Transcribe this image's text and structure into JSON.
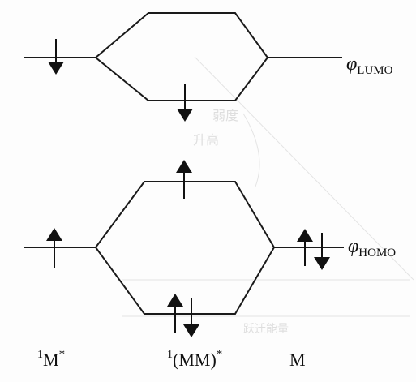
{
  "orbitals": {
    "lumo": {
      "symbol": "φ",
      "subscript": "LUMO"
    },
    "homo": {
      "symbol": "φ",
      "subscript": "HOMO"
    }
  },
  "labels": {
    "excited_monomer": {
      "superscript": "1",
      "main": "M",
      "star": "*"
    },
    "excimer": {
      "superscript": "1",
      "main": "(MM)",
      "star": "*"
    },
    "ground_monomer": {
      "main": "M"
    }
  },
  "colors": {
    "ink": "#111111",
    "background": "#ffffff"
  }
}
